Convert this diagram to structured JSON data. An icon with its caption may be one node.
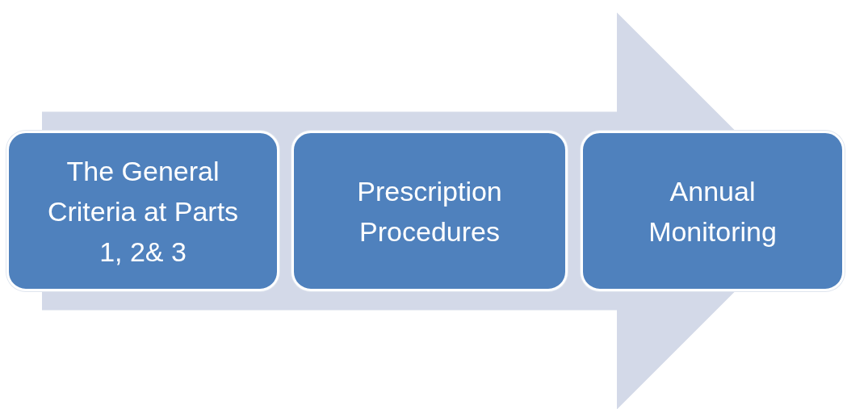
{
  "diagram": {
    "nodes": [
      {
        "text": [
          "The General Criteria at Parts 1, 2& 3"
        ]
      },
      {
        "text": [
          "Prescription Procedures"
        ]
      },
      {
        "text": [
          "Annual Monitoring"
        ]
      }
    ],
    "edges": [
      {
        "from": 0,
        "to": 2,
        "arrow": "to",
        "style": "thick"
      }
    ]
  }
}
